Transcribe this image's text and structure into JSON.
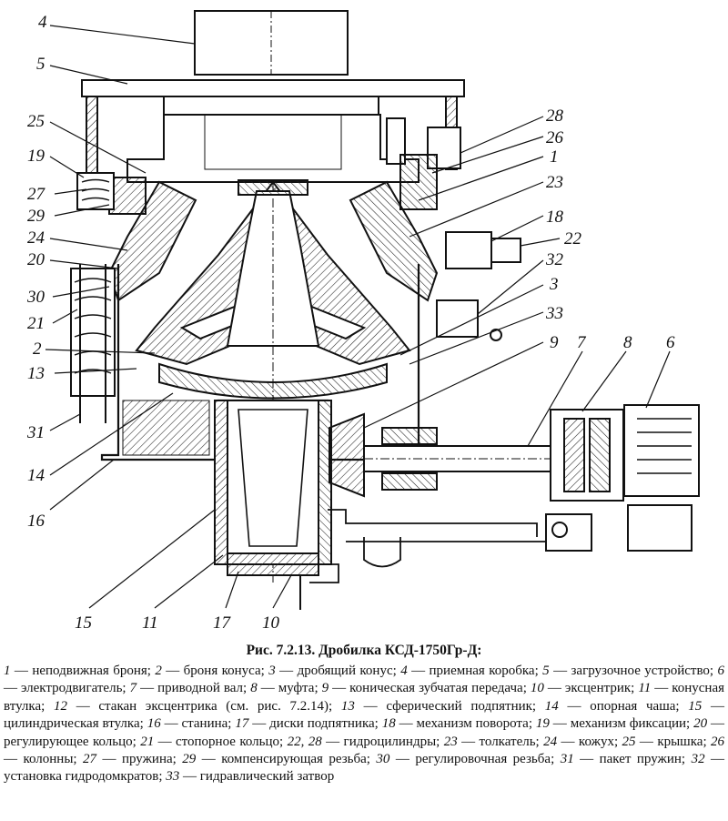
{
  "figure": {
    "callouts": [
      {
        "id": "c4",
        "num": "4"
      },
      {
        "id": "c5",
        "num": "5"
      },
      {
        "id": "c25",
        "num": "25"
      },
      {
        "id": "c19",
        "num": "19"
      },
      {
        "id": "c27",
        "num": "27"
      },
      {
        "id": "c29",
        "num": "29"
      },
      {
        "id": "c24",
        "num": "24"
      },
      {
        "id": "c20",
        "num": "20"
      },
      {
        "id": "c30",
        "num": "30"
      },
      {
        "id": "c21",
        "num": "21"
      },
      {
        "id": "c2",
        "num": "2"
      },
      {
        "id": "c13",
        "num": "13"
      },
      {
        "id": "c31",
        "num": "31"
      },
      {
        "id": "c14",
        "num": "14"
      },
      {
        "id": "c16",
        "num": "16"
      },
      {
        "id": "c15",
        "num": "15"
      },
      {
        "id": "c11",
        "num": "11"
      },
      {
        "id": "c17",
        "num": "17"
      },
      {
        "id": "c10",
        "num": "10"
      },
      {
        "id": "c28",
        "num": "28"
      },
      {
        "id": "c26",
        "num": "26"
      },
      {
        "id": "c1",
        "num": "1"
      },
      {
        "id": "c23",
        "num": "23"
      },
      {
        "id": "c18",
        "num": "18"
      },
      {
        "id": "c22",
        "num": "22"
      },
      {
        "id": "c32",
        "num": "32"
      },
      {
        "id": "c3",
        "num": "3"
      },
      {
        "id": "c33",
        "num": "33"
      },
      {
        "id": "c9",
        "num": "9"
      },
      {
        "id": "c7",
        "num": "7"
      },
      {
        "id": "c8",
        "num": "8"
      },
      {
        "id": "c6",
        "num": "6"
      }
    ]
  },
  "caption": {
    "title": "Рис. 7.2.13. Дробилка КСД-1750Гр-Д:",
    "items": [
      {
        "n": "1",
        "t": " — неподвижная броня; "
      },
      {
        "n": "2",
        "t": " — броня конуса; "
      },
      {
        "n": "3",
        "t": " — дробящий конус; "
      },
      {
        "n": "4",
        "t": " — приемная коробка; "
      },
      {
        "n": "5",
        "t": " — загрузочное устройство; "
      },
      {
        "n": "6",
        "t": " — электродвигатель; "
      },
      {
        "n": "7",
        "t": " — приводной вал; "
      },
      {
        "n": "8",
        "t": " — муфта; "
      },
      {
        "n": "9",
        "t": " — коническая зубчатая передача; "
      },
      {
        "n": "10",
        "t": " — эксцентрик; "
      },
      {
        "n": "11",
        "t": " — конусная втулка; "
      },
      {
        "n": "12",
        "t": " — стакан эксцентрика (см. рис. 7.2.14); "
      },
      {
        "n": "13",
        "t": " — сферический подпятник; "
      },
      {
        "n": "14",
        "t": " — опорная чаша; "
      },
      {
        "n": "15",
        "t": " — цилиндрическая втулка; "
      },
      {
        "n": "16",
        "t": " — станина; "
      },
      {
        "n": "17",
        "t": " — диски подпятника; "
      },
      {
        "n": "18",
        "t": " — механизм поворота; "
      },
      {
        "n": "19",
        "t": " — механизм фиксации; "
      },
      {
        "n": "20",
        "t": " — регулирующее кольцо; "
      },
      {
        "n": "21",
        "t": " — стопорное кольцо; "
      },
      {
        "n": "22, 28",
        "t": " — гидроцилиндры; "
      },
      {
        "n": "23",
        "t": " — толкатель; "
      },
      {
        "n": "24",
        "t": " — кожух; "
      },
      {
        "n": "25",
        "t": " — крышка; "
      },
      {
        "n": "26",
        "t": " — колонны; "
      },
      {
        "n": "27",
        "t": " — пружина; "
      },
      {
        "n": "29",
        "t": " — компенсирующая резьба; "
      },
      {
        "n": "30",
        "t": " — регулировочная резьба; "
      },
      {
        "n": "31",
        "t": " — пакет пружин; "
      },
      {
        "n": "32",
        "t": " — установка гидродомкратов; "
      },
      {
        "n": "33",
        "t": " — гидравлический затвор"
      }
    ]
  }
}
